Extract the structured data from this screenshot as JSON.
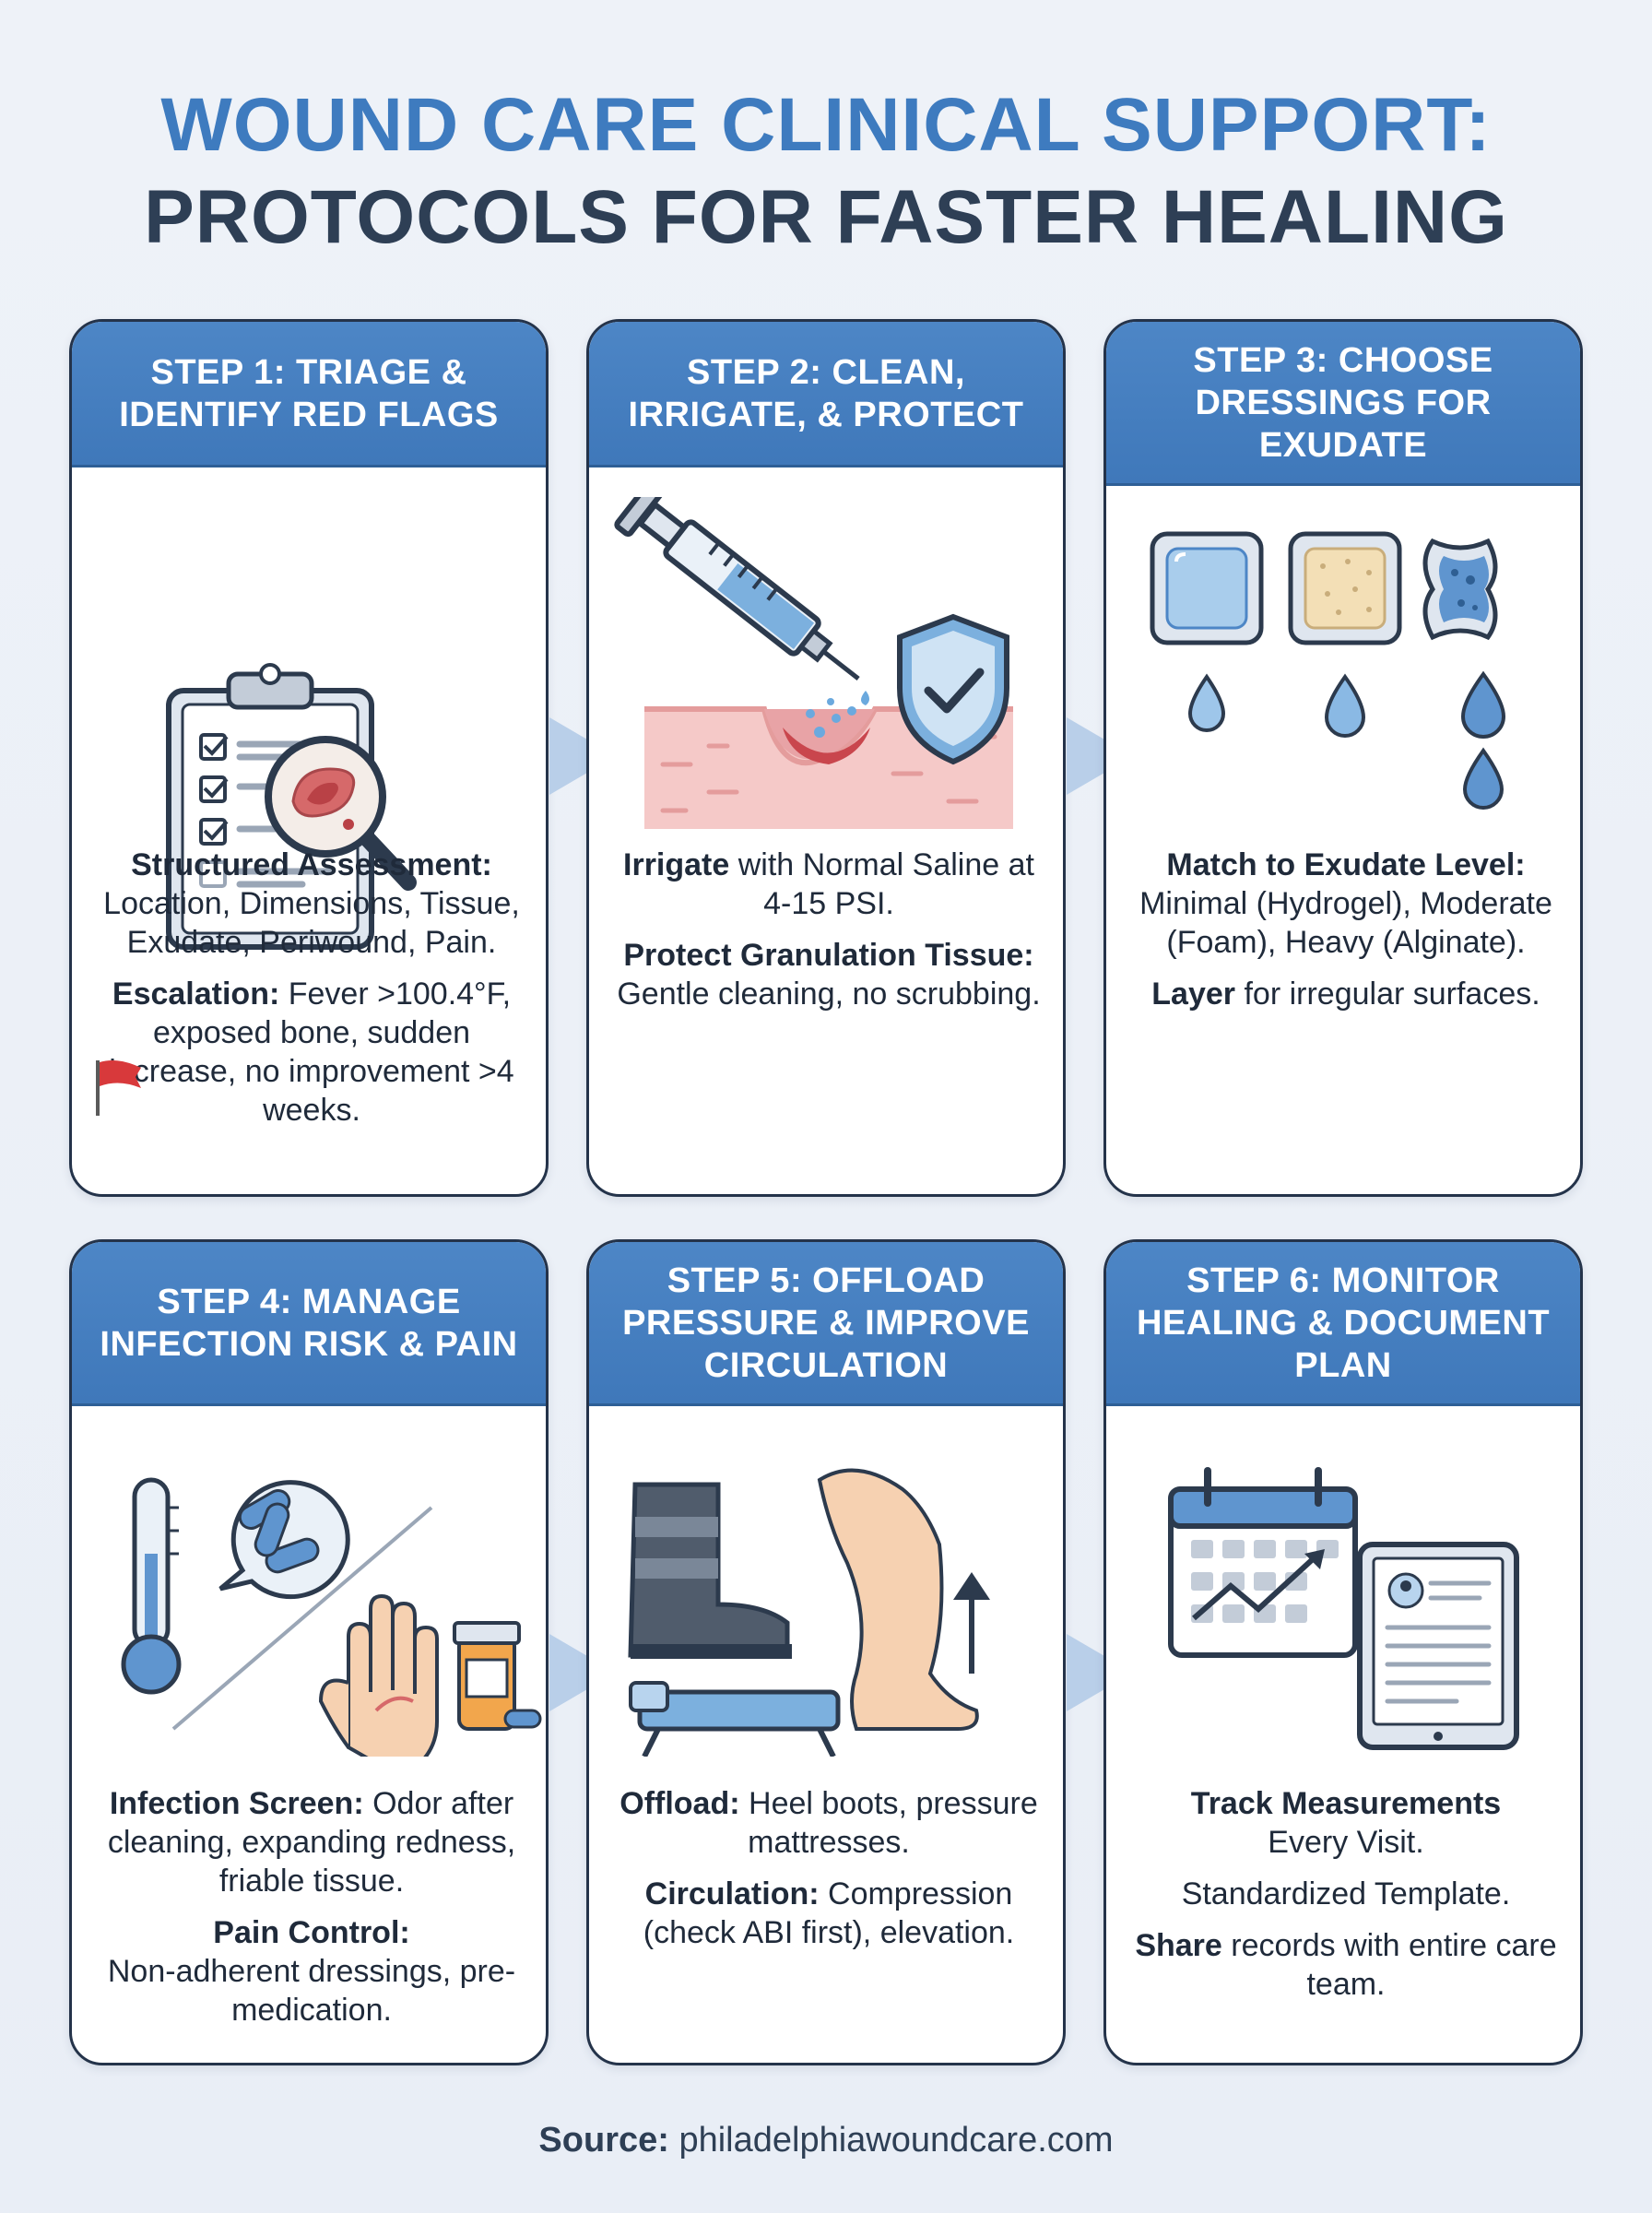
{
  "title": {
    "line1": "WOUND CARE CLINICAL SUPPORT:",
    "line2": "PROTOCOLS FOR FASTER HEALING"
  },
  "colors": {
    "accent": "#3e7bbf",
    "header": "#4382c2",
    "dark": "#2e3f55"
  },
  "steps": [
    {
      "header": "STEP 1: TRIAGE & IDENTIFY RED FLAGS",
      "icon": "clipboard-magnifier-icon",
      "p1_bold": "Structured Assessment:",
      "p1_text": "Location, Dimensions, Tissue, Exudate, Periwound, Pain.",
      "p2_bold": "Escalation:",
      "p2_text": "Fever >100.4°F, exposed bone, sudden increase, no improvement >4 weeks."
    },
    {
      "header": "STEP 2: CLEAN, IRRIGATE, & PROTECT",
      "icon": "syringe-shield-icon",
      "p1_bold": "Irrigate",
      "p1_text": "with Normal Saline at 4-15 PSI.",
      "p2_bold": "Protect Granulation Tissue:",
      "p2_text": "Gentle cleaning, no scrubbing."
    },
    {
      "header": "STEP 3: CHOOSE DRESSINGS FOR EXUDATE",
      "icon": "dressings-drops-icon",
      "p1_bold": "Match to Exudate Level:",
      "p1_text": "Minimal (Hydrogel), Moderate (Foam), Heavy (Alginate).",
      "p2_bold": "Layer",
      "p2_text": "for irregular surfaces."
    },
    {
      "header": "STEP 4: MANAGE INFECTION RISK & PAIN",
      "icon": "thermometer-bacteria-icon",
      "p1_bold": "Infection Screen:",
      "p1_text": "Odor after cleaning, expanding redness, friable tissue.",
      "p2_bold": "Pain Control:",
      "p2_text": "Non-adherent dressings, pre-medication."
    },
    {
      "header": "STEP 5: OFFLOAD PRESSURE & IMPROVE CIRCULATION",
      "icon": "boot-leg-icon",
      "p1_bold": "Offload:",
      "p1_text": "Heel boots, pressure mattresses.",
      "p2_bold": "Circulation:",
      "p2_text": "Compression (check ABI first), elevation."
    },
    {
      "header": "STEP 6: MONITOR HEALING & DOCUMENT PLAN",
      "icon": "calendar-tablet-icon",
      "p1_bold": "Track Measurements",
      "p1_text": "Every Visit.",
      "p2_text": "Standardized Template.",
      "p3_bold": "Share",
      "p3_text": "records with entire care team."
    }
  ],
  "source": {
    "label": "Source:",
    "url": "philadelphiawoundcare.com"
  }
}
